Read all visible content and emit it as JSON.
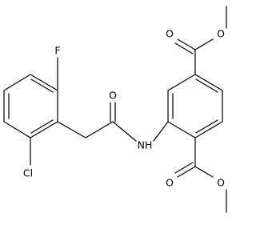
{
  "diagram": {
    "type": "chemical-structure",
    "atom_labels": {
      "fluorine": "F",
      "chlorine": "Cl",
      "amide_oxygen": "O",
      "amide_nitrogen": "NH",
      "top_ester_carbonyl_oxygen": "O",
      "top_ester_ether_oxygen": "O",
      "bottom_ester_carbonyl_oxygen": "O",
      "bottom_ester_ether_oxygen": "O"
    },
    "colors": {
      "line": "#000000",
      "background": "#ffffff"
    }
  }
}
